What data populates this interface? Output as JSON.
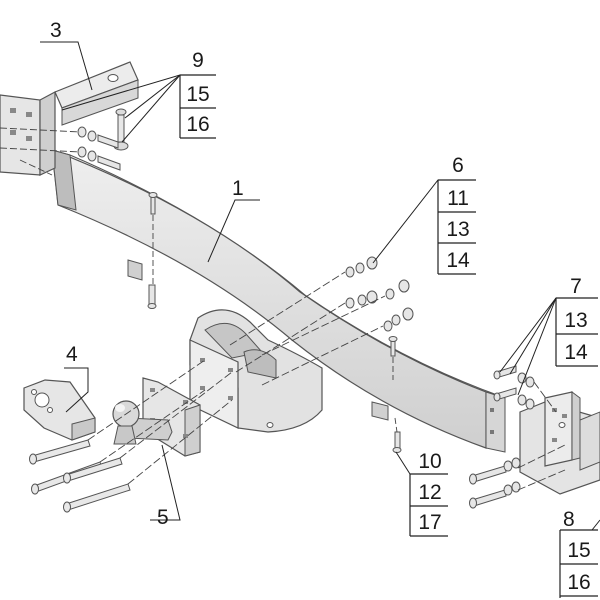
{
  "callouts": {
    "c1": "1",
    "c3": "3",
    "c4": "4",
    "c5": "5",
    "g9": [
      "9",
      "15",
      "16"
    ],
    "g6": [
      "6",
      "11",
      "13",
      "14"
    ],
    "g7": [
      "7",
      "13",
      "14"
    ],
    "g10": [
      "10",
      "12",
      "17"
    ],
    "g8": [
      "8",
      "15",
      "16"
    ]
  },
  "colors": {
    "part_fill": "#e4e4e4",
    "part_shade": "#c9c9c9",
    "outline": "#555555",
    "leader": "#222222"
  }
}
